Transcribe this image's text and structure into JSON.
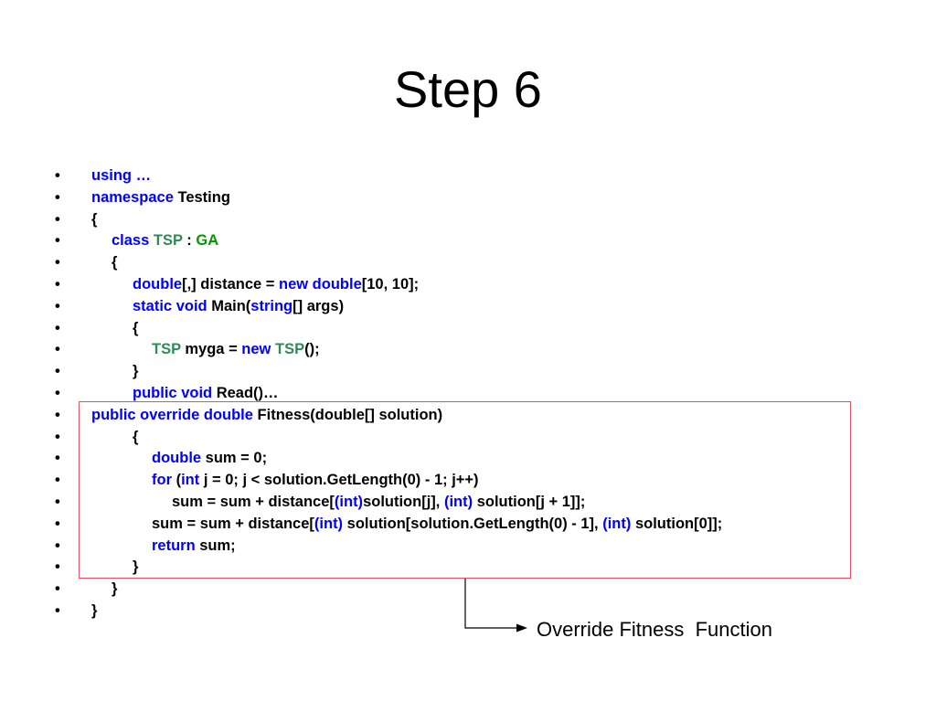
{
  "title": "Step 6",
  "colors": {
    "keyword": "#0000ff",
    "type": "#2e8b57",
    "type_ga": "#009900",
    "highlight_border": "#e8505f",
    "text": "#000000"
  },
  "bullet": "•",
  "code_lines": [
    {
      "indent": 0,
      "tokens": [
        {
          "t": "using …",
          "c": "kw"
        }
      ]
    },
    {
      "indent": 0,
      "tokens": [
        {
          "t": "namespace",
          "c": "kw"
        },
        {
          "t": " Testing",
          "c": ""
        }
      ]
    },
    {
      "indent": 0,
      "tokens": [
        {
          "t": "{",
          "c": ""
        }
      ]
    },
    {
      "indent": 1,
      "tokens": [
        {
          "t": "class",
          "c": "kw"
        },
        {
          "t": " ",
          "c": ""
        },
        {
          "t": "TSP",
          "c": "ty"
        },
        {
          "t": " : ",
          "c": ""
        },
        {
          "t": "GA",
          "c": "ty-ga"
        }
      ]
    },
    {
      "indent": 1,
      "tokens": [
        {
          "t": "{",
          "c": ""
        }
      ]
    },
    {
      "indent": 2,
      "tokens": [
        {
          "t": "double",
          "c": "kw"
        },
        {
          "t": "[,] distance = ",
          "c": ""
        },
        {
          "t": "new",
          "c": "kw"
        },
        {
          "t": " ",
          "c": ""
        },
        {
          "t": "double",
          "c": "kw"
        },
        {
          "t": "[10, 10];",
          "c": ""
        }
      ]
    },
    {
      "indent": 2,
      "tokens": [
        {
          "t": "static",
          "c": "kw"
        },
        {
          "t": " ",
          "c": ""
        },
        {
          "t": "void",
          "c": "kw"
        },
        {
          "t": " Main(",
          "c": ""
        },
        {
          "t": "string",
          "c": "kw"
        },
        {
          "t": "[] args)",
          "c": ""
        }
      ]
    },
    {
      "indent": 2,
      "tokens": [
        {
          "t": "{",
          "c": ""
        }
      ]
    },
    {
      "indent": 3,
      "tokens": [
        {
          "t": "TSP",
          "c": "ty"
        },
        {
          "t": " myga = ",
          "c": ""
        },
        {
          "t": "new",
          "c": "kw"
        },
        {
          "t": " ",
          "c": ""
        },
        {
          "t": "TSP",
          "c": "ty"
        },
        {
          "t": "();",
          "c": ""
        }
      ]
    },
    {
      "indent": 2,
      "tokens": [
        {
          "t": "}",
          "c": ""
        }
      ]
    },
    {
      "indent": 2,
      "tokens": [
        {
          "t": "public",
          "c": "kw"
        },
        {
          "t": " ",
          "c": ""
        },
        {
          "t": "void",
          "c": "kw"
        },
        {
          "t": " Read()…",
          "c": ""
        }
      ]
    },
    {
      "indent": 0,
      "tokens": [
        {
          "t": "public override double",
          "c": "kw"
        },
        {
          "t": " Fitness(double[] solution)",
          "c": ""
        }
      ]
    },
    {
      "indent": 2,
      "tokens": [
        {
          "t": "{",
          "c": ""
        }
      ]
    },
    {
      "indent": 3,
      "tokens": [
        {
          "t": "double",
          "c": "kw"
        },
        {
          "t": " sum = 0;",
          "c": ""
        }
      ]
    },
    {
      "indent": 3,
      "tokens": [
        {
          "t": "for",
          "c": "kw"
        },
        {
          "t": " (",
          "c": ""
        },
        {
          "t": "int",
          "c": "kw"
        },
        {
          "t": " j = 0; j < solution.GetLength(0) - 1; j++)",
          "c": ""
        }
      ]
    },
    {
      "indent": 4,
      "tokens": [
        {
          "t": "sum = sum + distance[",
          "c": ""
        },
        {
          "t": "(int)",
          "c": "kw"
        },
        {
          "t": "solution[j], ",
          "c": ""
        },
        {
          "t": "(int)",
          "c": "kw"
        },
        {
          "t": " solution[j + 1]];",
          "c": ""
        }
      ]
    },
    {
      "indent": 3,
      "tokens": [
        {
          "t": "sum = sum + distance[",
          "c": ""
        },
        {
          "t": "(int)",
          "c": "kw"
        },
        {
          "t": " solution[solution.GetLength(0) - 1], ",
          "c": ""
        },
        {
          "t": "(int)",
          "c": "kw"
        },
        {
          "t": " solution[0]];",
          "c": ""
        }
      ]
    },
    {
      "indent": 3,
      "tokens": [
        {
          "t": "return",
          "c": "kw"
        },
        {
          "t": " sum;",
          "c": ""
        }
      ]
    },
    {
      "indent": 2,
      "tokens": [
        {
          "t": "}",
          "c": ""
        }
      ]
    },
    {
      "indent": 1,
      "tokens": [
        {
          "t": "}",
          "c": ""
        }
      ]
    },
    {
      "indent": 0,
      "tokens": [
        {
          "t": "}",
          "c": ""
        }
      ]
    }
  ],
  "callout": {
    "label": "Override Fitness  Function"
  }
}
